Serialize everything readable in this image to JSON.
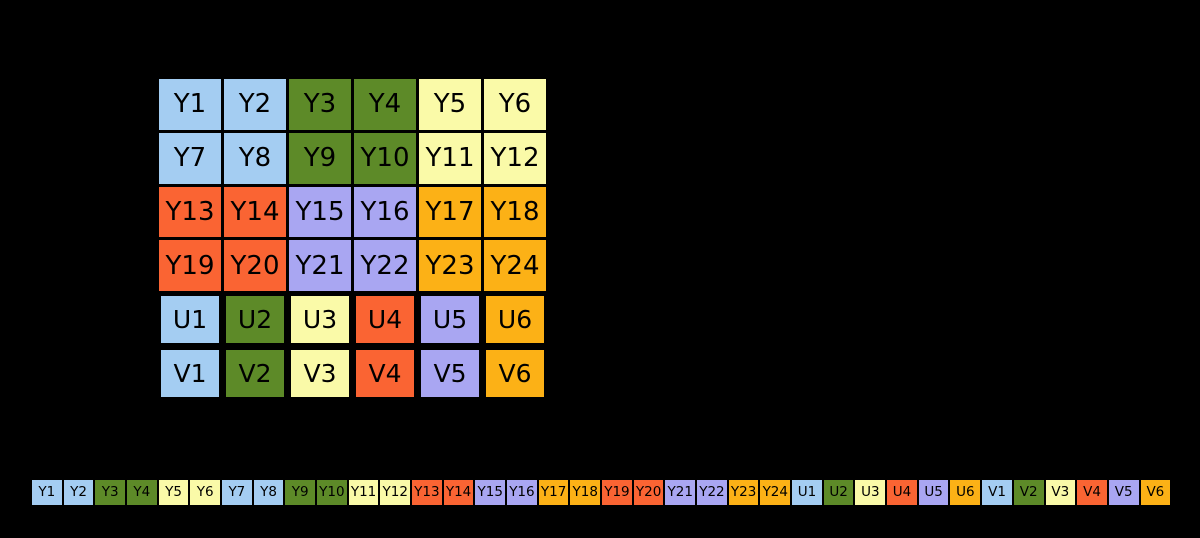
{
  "background_color": "#000000",
  "text_color": "#000000",
  "palette": {
    "blue": "#A4CDF2",
    "green": "#5D8A28",
    "yellow": "#FAFAA8",
    "red": "#FA6433",
    "purple": "#A9A6F2",
    "orange": "#FCB116"
  },
  "plane_grid": {
    "columns": 6,
    "rows": 6,
    "cells": [
      {
        "label": "Y1",
        "color": "blue",
        "plane": "luma"
      },
      {
        "label": "Y2",
        "color": "blue",
        "plane": "luma"
      },
      {
        "label": "Y3",
        "color": "green",
        "plane": "luma"
      },
      {
        "label": "Y4",
        "color": "green",
        "plane": "luma"
      },
      {
        "label": "Y5",
        "color": "yellow",
        "plane": "luma"
      },
      {
        "label": "Y6",
        "color": "yellow",
        "plane": "luma"
      },
      {
        "label": "Y7",
        "color": "blue",
        "plane": "luma"
      },
      {
        "label": "Y8",
        "color": "blue",
        "plane": "luma"
      },
      {
        "label": "Y9",
        "color": "green",
        "plane": "luma"
      },
      {
        "label": "Y10",
        "color": "green",
        "plane": "luma"
      },
      {
        "label": "Y11",
        "color": "yellow",
        "plane": "luma"
      },
      {
        "label": "Y12",
        "color": "yellow",
        "plane": "luma"
      },
      {
        "label": "Y13",
        "color": "red",
        "plane": "luma"
      },
      {
        "label": "Y14",
        "color": "red",
        "plane": "luma"
      },
      {
        "label": "Y15",
        "color": "purple",
        "plane": "luma"
      },
      {
        "label": "Y16",
        "color": "purple",
        "plane": "luma"
      },
      {
        "label": "Y17",
        "color": "orange",
        "plane": "luma"
      },
      {
        "label": "Y18",
        "color": "orange",
        "plane": "luma"
      },
      {
        "label": "Y19",
        "color": "red",
        "plane": "luma"
      },
      {
        "label": "Y20",
        "color": "red",
        "plane": "luma"
      },
      {
        "label": "Y21",
        "color": "purple",
        "plane": "luma"
      },
      {
        "label": "Y22",
        "color": "purple",
        "plane": "luma"
      },
      {
        "label": "Y23",
        "color": "orange",
        "plane": "luma"
      },
      {
        "label": "Y24",
        "color": "orange",
        "plane": "luma"
      },
      {
        "label": "U1",
        "color": "blue",
        "plane": "chroma"
      },
      {
        "label": "U2",
        "color": "green",
        "plane": "chroma"
      },
      {
        "label": "U3",
        "color": "yellow",
        "plane": "chroma"
      },
      {
        "label": "U4",
        "color": "red",
        "plane": "chroma"
      },
      {
        "label": "U5",
        "color": "purple",
        "plane": "chroma"
      },
      {
        "label": "U6",
        "color": "orange",
        "plane": "chroma"
      },
      {
        "label": "V1",
        "color": "blue",
        "plane": "chroma"
      },
      {
        "label": "V2",
        "color": "green",
        "plane": "chroma"
      },
      {
        "label": "V3",
        "color": "yellow",
        "plane": "chroma"
      },
      {
        "label": "V4",
        "color": "red",
        "plane": "chroma"
      },
      {
        "label": "V5",
        "color": "purple",
        "plane": "chroma"
      },
      {
        "label": "V6",
        "color": "orange",
        "plane": "chroma"
      }
    ]
  },
  "memory_strip": {
    "cells": [
      {
        "label": "Y1",
        "color": "blue"
      },
      {
        "label": "Y2",
        "color": "blue"
      },
      {
        "label": "Y3",
        "color": "green"
      },
      {
        "label": "Y4",
        "color": "green"
      },
      {
        "label": "Y5",
        "color": "yellow"
      },
      {
        "label": "Y6",
        "color": "yellow"
      },
      {
        "label": "Y7",
        "color": "blue"
      },
      {
        "label": "Y8",
        "color": "blue"
      },
      {
        "label": "Y9",
        "color": "green"
      },
      {
        "label": "Y10",
        "color": "green"
      },
      {
        "label": "Y11",
        "color": "yellow"
      },
      {
        "label": "Y12",
        "color": "yellow"
      },
      {
        "label": "Y13",
        "color": "red"
      },
      {
        "label": "Y14",
        "color": "red"
      },
      {
        "label": "Y15",
        "color": "purple"
      },
      {
        "label": "Y16",
        "color": "purple"
      },
      {
        "label": "Y17",
        "color": "orange"
      },
      {
        "label": "Y18",
        "color": "orange"
      },
      {
        "label": "Y19",
        "color": "red"
      },
      {
        "label": "Y20",
        "color": "red"
      },
      {
        "label": "Y21",
        "color": "purple"
      },
      {
        "label": "Y22",
        "color": "purple"
      },
      {
        "label": "Y23",
        "color": "orange"
      },
      {
        "label": "Y24",
        "color": "orange"
      },
      {
        "label": "U1",
        "color": "blue"
      },
      {
        "label": "U2",
        "color": "green"
      },
      {
        "label": "U3",
        "color": "yellow"
      },
      {
        "label": "U4",
        "color": "red"
      },
      {
        "label": "U5",
        "color": "purple"
      },
      {
        "label": "U6",
        "color": "orange"
      },
      {
        "label": "V1",
        "color": "blue"
      },
      {
        "label": "V2",
        "color": "green"
      },
      {
        "label": "V3",
        "color": "yellow"
      },
      {
        "label": "V4",
        "color": "red"
      },
      {
        "label": "V5",
        "color": "purple"
      },
      {
        "label": "V6",
        "color": "orange"
      }
    ]
  }
}
